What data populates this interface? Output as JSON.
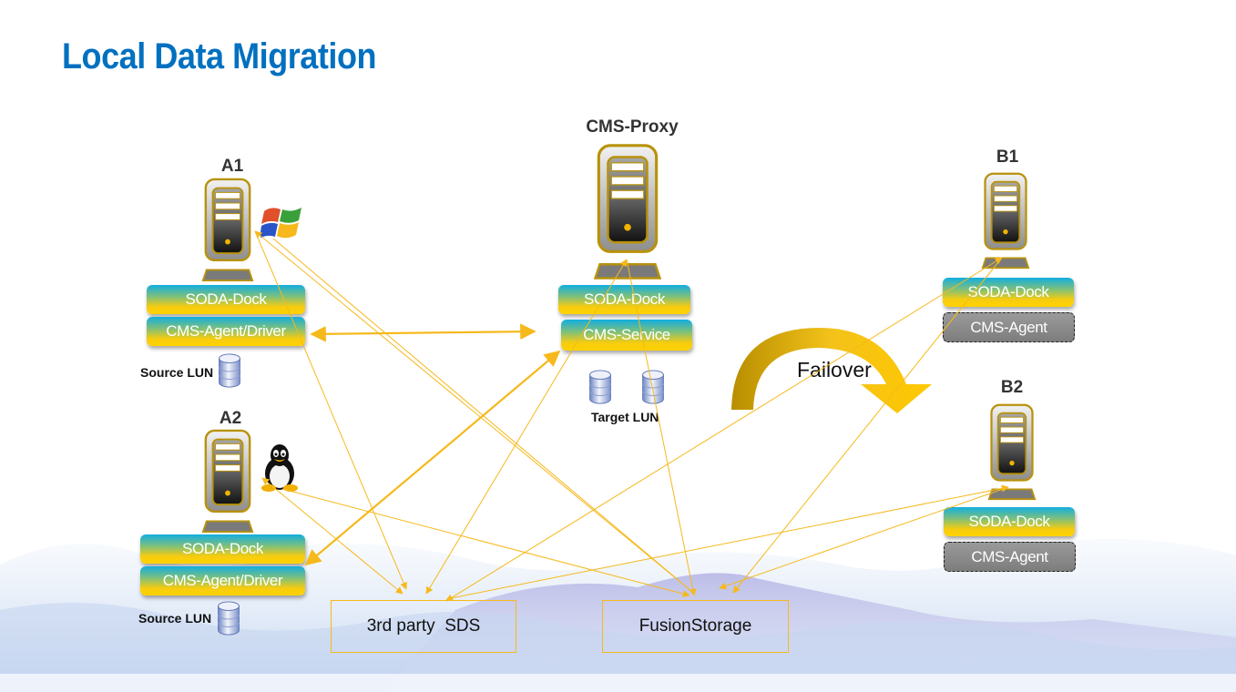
{
  "slide": {
    "title": "Local Data Migration",
    "accent_color": "#0070c0",
    "connector_color": "#f6b91c"
  },
  "nodes": {
    "a1": {
      "label": "A1",
      "os_icon": "windows-logo-icon",
      "layers": [
        "SODA-Dock",
        "CMS-Agent/Driver"
      ],
      "lun_label": "Source LUN"
    },
    "a2": {
      "label": "A2",
      "os_icon": "linux-tux-icon",
      "layers": [
        "SODA-Dock",
        "CMS-Agent/Driver"
      ],
      "lun_label": "Source LUN"
    },
    "proxy": {
      "label": "CMS-Proxy",
      "layers": [
        "SODA-Dock",
        "CMS-Service"
      ],
      "lun_label": "Target LUN"
    },
    "b1": {
      "label": "B1",
      "layers": [
        "SODA-Dock"
      ],
      "standby_layer": "CMS-Agent"
    },
    "b2": {
      "label": "B2",
      "layers": [
        "SODA-Dock"
      ],
      "standby_layer": "CMS-Agent"
    }
  },
  "storage": {
    "third_party": "3rd party  SDS",
    "fusion": "FusionStorage"
  },
  "failover": {
    "label": "Failover"
  }
}
